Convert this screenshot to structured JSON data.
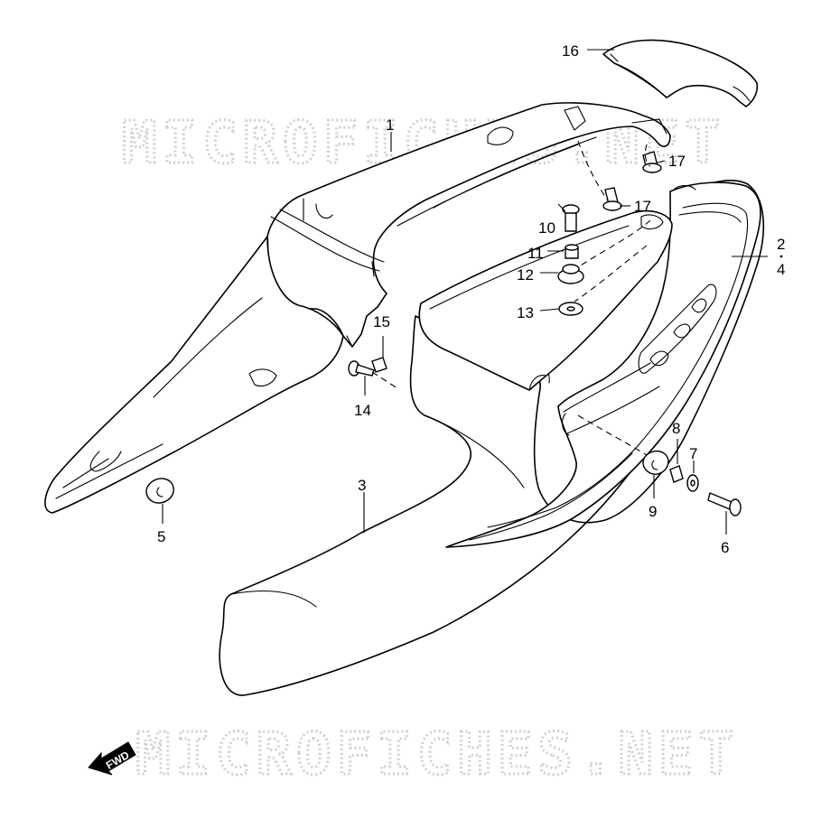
{
  "watermark": {
    "text": "MICROFICHES.NET"
  },
  "fwd_label": "FWD",
  "callouts": [
    {
      "id": "1",
      "text": "1"
    },
    {
      "id": "2",
      "text": "2"
    },
    {
      "id": "4",
      "text": "4"
    },
    {
      "id": "3",
      "text": "3"
    },
    {
      "id": "5",
      "text": "5"
    },
    {
      "id": "6",
      "text": "6"
    },
    {
      "id": "7",
      "text": "7"
    },
    {
      "id": "8",
      "text": "8"
    },
    {
      "id": "9",
      "text": "9"
    },
    {
      "id": "10",
      "text": "10"
    },
    {
      "id": "11",
      "text": "11"
    },
    {
      "id": "12",
      "text": "12"
    },
    {
      "id": "13",
      "text": "13"
    },
    {
      "id": "14",
      "text": "14"
    },
    {
      "id": "15",
      "text": "15"
    },
    {
      "id": "16",
      "text": "16"
    },
    {
      "id": "17a",
      "text": "17"
    },
    {
      "id": "17b",
      "text": "17"
    }
  ]
}
